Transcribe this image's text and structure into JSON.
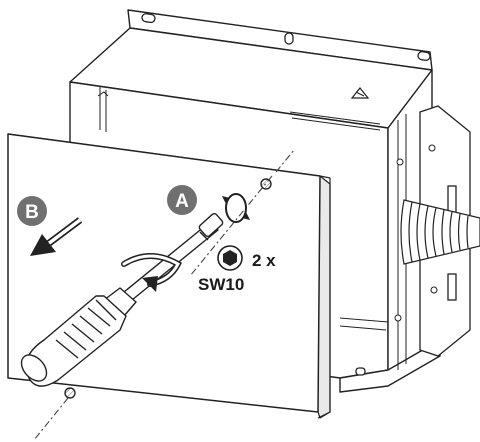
{
  "markers": [
    {
      "id": "A",
      "label": "A",
      "color": "#707070"
    },
    {
      "id": "B",
      "label": "B",
      "color": "#707070"
    }
  ],
  "annotation": {
    "quantity": "2 x",
    "tool_size": "SW10"
  },
  "icons": [
    "hex-socket-icon",
    "rotation-arrow-icon",
    "direction-arrow-icon",
    "screwdriver-icon"
  ]
}
